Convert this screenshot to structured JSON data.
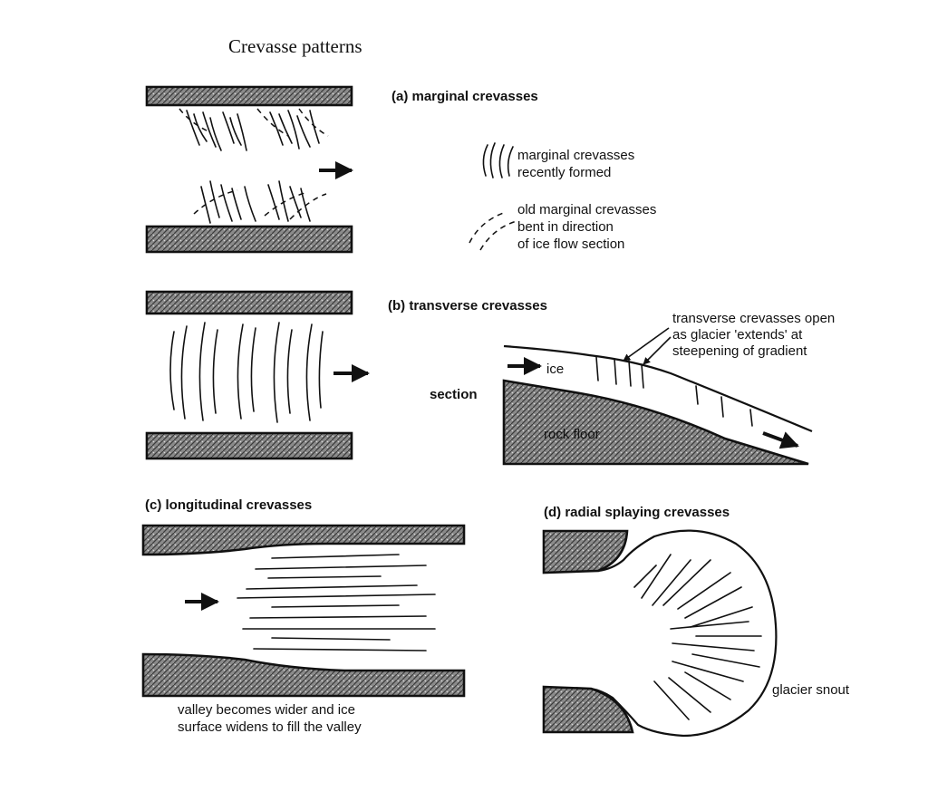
{
  "title": "Crevasse patterns",
  "panel_a": {
    "label": "(a) marginal crevasses",
    "legend_new_line1": "marginal crevasses",
    "legend_new_line2": "recently formed",
    "legend_old_line1": "old marginal crevasses",
    "legend_old_line2": "bent in direction",
    "legend_old_line3": "of ice flow section"
  },
  "panel_b": {
    "label": "(b) transverse crevasses",
    "note_line1": "transverse crevasses open",
    "note_line2": "as glacier 'extends' at",
    "note_line3": "steepening of gradient",
    "ice": "ice",
    "section": "section",
    "rock_floor": "rock floor"
  },
  "panel_c": {
    "label": "(c) longitudinal crevasses",
    "caption_line1": "valley becomes wider and ice",
    "caption_line2": "surface widens to fill the valley"
  },
  "panel_d": {
    "label": "(d) radial splaying crevasses",
    "snout": "glacier snout"
  }
}
